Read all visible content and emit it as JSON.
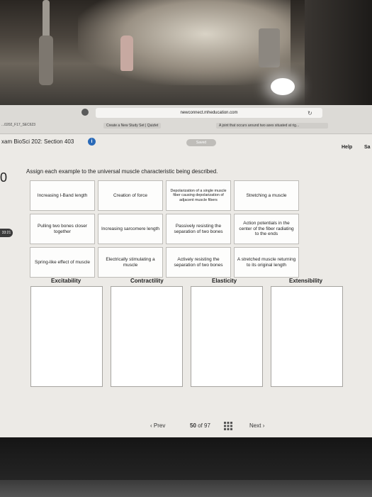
{
  "browser": {
    "url": "newconnect.mheducation.com",
    "tabs": [
      "...0202_F17_SEC623",
      "Create a New Study Set | Quizlet",
      "A joint that occurs around two axes situated at rig..."
    ]
  },
  "header": {
    "exam_title": "xam BioSci 202: Section 403",
    "info_icon": "i",
    "saved": "Saved",
    "help": "Help",
    "save": "Sa"
  },
  "question": {
    "number": "0",
    "timer": "33:21",
    "instruction": "Assign each example to the universal muscle characteristic being described."
  },
  "tiles": [
    [
      "Increasing I-Band length",
      "Creation of force",
      "Depolarization of a single muscle fiber causing depolarization of adjacent muscle fibers",
      "Stretching a muscle"
    ],
    [
      "Pulling two bones closer together",
      "Increasing sarcomere length",
      "Passively resisting the separation of two bones",
      "Action potentials in the center of the fiber radiating to the ends"
    ],
    [
      "Spring-like effect of muscle",
      "Electrically stimulating a muscle",
      "Actively resisting the separation of two bones",
      "A stretched muscle returning to its original length"
    ]
  ],
  "categories": [
    "Excitability",
    "Contractility",
    "Elasticity",
    "Extensibility"
  ],
  "pager": {
    "prev": "Prev",
    "current": "50",
    "of": "of",
    "total": "97",
    "next": "Next"
  },
  "icons": {
    "prev": "chevron-left-icon",
    "next": "chevron-right-icon",
    "overview": "grid-icon",
    "reload": "reload-icon"
  }
}
